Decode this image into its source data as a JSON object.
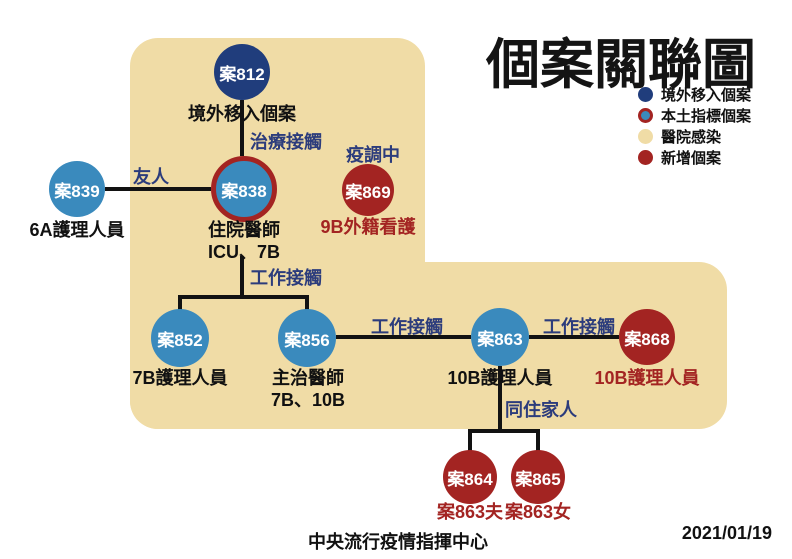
{
  "title": "個案關聯圖",
  "date": "2021/01/19",
  "footer": "中央流行疫情指揮中心",
  "colors": {
    "imported_case": "#203d7c",
    "local_case_blue": "#3a8abd",
    "index_case_ring": "#a32422",
    "hospital_zone": "#f0dca6",
    "new_case_red": "#a32422",
    "edge_label": "#2c3c7c",
    "line": "#121212"
  },
  "legend": {
    "items": [
      {
        "label": "境外移入個案",
        "type": "imported"
      },
      {
        "label": "本土指標個案",
        "type": "local-index"
      },
      {
        "label": "醫院感染",
        "type": "hospital-infection"
      },
      {
        "label": "新增個案",
        "type": "new-case"
      }
    ]
  },
  "nodes": [
    {
      "case": "案812",
      "label": "境外移入個案",
      "type": "imported"
    },
    {
      "case": "案839",
      "label": "6A護理人員",
      "type": "contact"
    },
    {
      "case": "案838",
      "label": "住院醫師",
      "label2": "ICU、7B",
      "type": "local-index"
    },
    {
      "case": "案869",
      "label": "9B外籍看護",
      "type": "new-case",
      "note": "疫調中"
    },
    {
      "case": "案852",
      "label": "7B護理人員",
      "type": "contact"
    },
    {
      "case": "案856",
      "label": "主治醫師",
      "label2": "7B、10B",
      "type": "contact"
    },
    {
      "case": "案863",
      "label": "10B護理人員",
      "type": "contact"
    },
    {
      "case": "案868",
      "label": "10B護理人員",
      "type": "new-case"
    },
    {
      "case": "案864",
      "label": "案863夫",
      "type": "new-case"
    },
    {
      "case": "案865",
      "label": "案863女",
      "type": "new-case"
    }
  ],
  "edges": [
    {
      "label": "治療接觸",
      "from": "案812",
      "to": "案838"
    },
    {
      "label": "友人",
      "from": "案839",
      "to": "案838"
    },
    {
      "label": "工作接觸",
      "from": "案838",
      "to": "案852、案856"
    },
    {
      "label": "工作接觸",
      "from": "案856",
      "to": "案863"
    },
    {
      "label": "工作接觸",
      "from": "案863",
      "to": "案868"
    },
    {
      "label": "同住家人",
      "from": "案863",
      "to": "案864、案865"
    }
  ],
  "annotations": [
    {
      "label": "疫調中"
    }
  ]
}
